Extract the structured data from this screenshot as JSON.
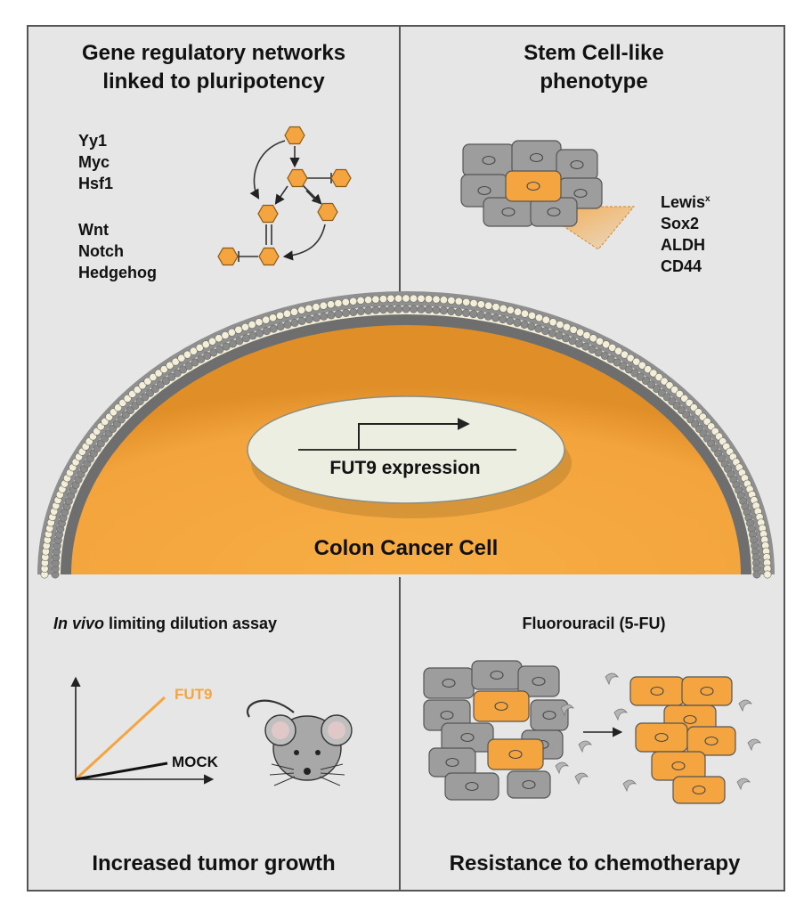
{
  "panels": {
    "top_left": {
      "title_line1": "Gene regulatory networks",
      "title_line2": "linked to pluripotency",
      "factors_group1": [
        "Yy1",
        "Myc",
        "Hsf1"
      ],
      "factors_group2": [
        "Wnt",
        "Notch",
        "Hedgehog"
      ]
    },
    "top_right": {
      "title_line1": "Stem Cell-like",
      "title_line2": "phenotype",
      "marker_lewis": "Lewis",
      "marker_lewis_sup": "x",
      "markers": [
        "Sox2",
        "ALDH",
        "CD44"
      ]
    },
    "center": {
      "gene_label": "FUT9 expression",
      "cell_label": "Colon Cancer Cell"
    },
    "bottom_left": {
      "assay_italic": "In vivo",
      "assay_rest": " limiting dilution assay",
      "line_fut9": "FUT9",
      "line_mock": "MOCK",
      "footer": "Increased tumor growth"
    },
    "bottom_right": {
      "drug_label": "Fluorouracil (5-FU)",
      "footer": "Resistance to chemotherapy"
    }
  },
  "colors": {
    "orange": "#f5a53f",
    "panel_bg": "#e6e6e6",
    "cell_gray": "#9d9d9d",
    "membrane": "#9a9a9a"
  }
}
